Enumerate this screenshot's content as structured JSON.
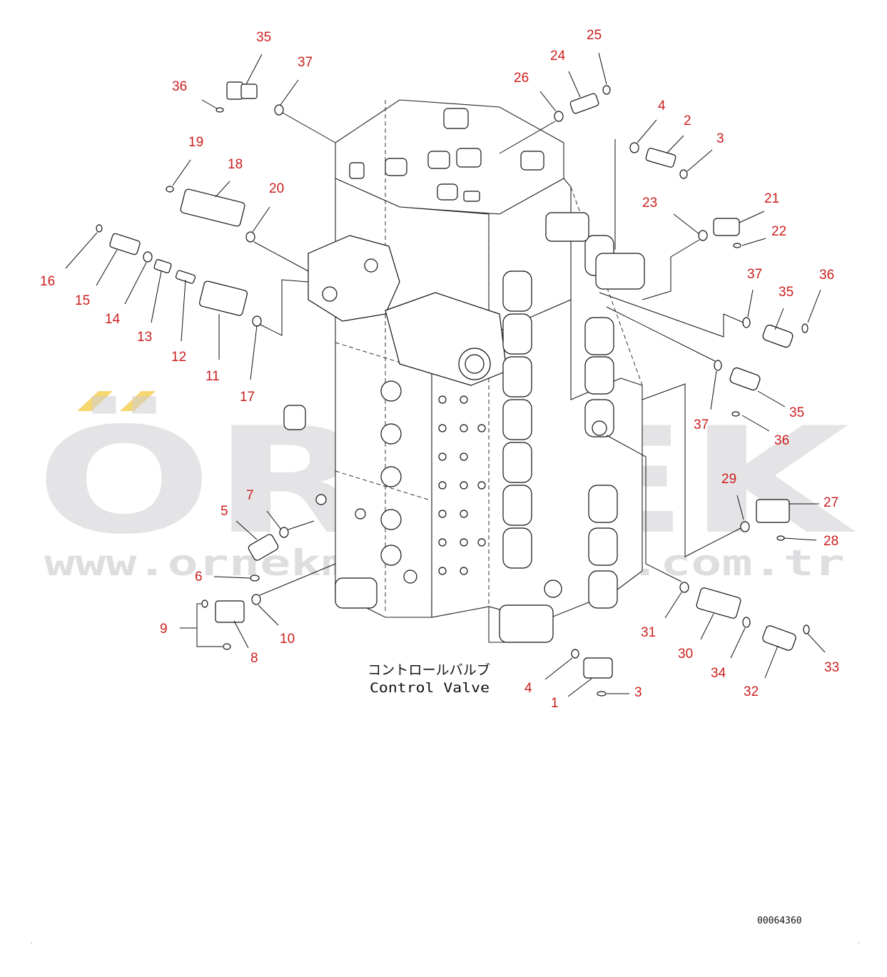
{
  "watermark": {
    "brand": "ÖRNEK",
    "url": "www.ornekmakinalari.com.tr",
    "accent_color": "#f5d76e"
  },
  "assembly": {
    "label_jp": "コントロールバルブ",
    "label_en": "Control Valve"
  },
  "drawing_code": "00064360",
  "callout_color": "#cc1f1f",
  "callouts": [
    {
      "id": "c35a",
      "text": "35"
    },
    {
      "id": "c37a",
      "text": "37"
    },
    {
      "id": "c36a",
      "text": "36"
    },
    {
      "id": "c19",
      "text": "19"
    },
    {
      "id": "c18",
      "text": "18"
    },
    {
      "id": "c20",
      "text": "20"
    },
    {
      "id": "c16",
      "text": "16"
    },
    {
      "id": "c15",
      "text": "15"
    },
    {
      "id": "c14",
      "text": "14"
    },
    {
      "id": "c13",
      "text": "13"
    },
    {
      "id": "c12",
      "text": "12"
    },
    {
      "id": "c11",
      "text": "11"
    },
    {
      "id": "c17",
      "text": "17"
    },
    {
      "id": "c26",
      "text": "26"
    },
    {
      "id": "c24",
      "text": "24"
    },
    {
      "id": "c25",
      "text": "25"
    },
    {
      "id": "c4a",
      "text": "4"
    },
    {
      "id": "c2",
      "text": "2"
    },
    {
      "id": "c3a",
      "text": "3"
    },
    {
      "id": "c23",
      "text": "23"
    },
    {
      "id": "c21",
      "text": "21"
    },
    {
      "id": "c22",
      "text": "22"
    },
    {
      "id": "c37b",
      "text": "37"
    },
    {
      "id": "c36b",
      "text": "36"
    },
    {
      "id": "c35b",
      "text": "35"
    },
    {
      "id": "c37c",
      "text": "37"
    },
    {
      "id": "c35c",
      "text": "35"
    },
    {
      "id": "c36c",
      "text": "36"
    },
    {
      "id": "c29",
      "text": "29"
    },
    {
      "id": "c27",
      "text": "27"
    },
    {
      "id": "c28",
      "text": "28"
    },
    {
      "id": "c5",
      "text": "5"
    },
    {
      "id": "c7",
      "text": "7"
    },
    {
      "id": "c6",
      "text": "6"
    },
    {
      "id": "c9",
      "text": "9"
    },
    {
      "id": "c8",
      "text": "8"
    },
    {
      "id": "c10",
      "text": "10"
    },
    {
      "id": "c31",
      "text": "31"
    },
    {
      "id": "c30",
      "text": "30"
    },
    {
      "id": "c34",
      "text": "34"
    },
    {
      "id": "c32",
      "text": "32"
    },
    {
      "id": "c33",
      "text": "33"
    },
    {
      "id": "c4b",
      "text": "4"
    },
    {
      "id": "c1",
      "text": "1"
    },
    {
      "id": "c3b",
      "text": "3"
    }
  ]
}
